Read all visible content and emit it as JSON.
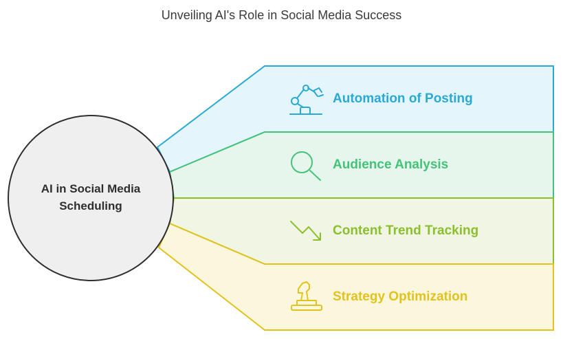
{
  "title": "Unveiling AI's Role in Social Media Success",
  "center": {
    "line1": "AI in Social Media",
    "line2": "Scheduling"
  },
  "items": [
    {
      "label": "Automation of Posting",
      "icon": "robot-arm-icon",
      "color": "#29a9d4",
      "fill": "#e4f6fc"
    },
    {
      "label": "Audience Analysis",
      "icon": "magnifier-icon",
      "color": "#45c27a",
      "fill": "#e7f6ec"
    },
    {
      "label": "Content Trend Tracking",
      "icon": "trend-down-icon",
      "color": "#8cbf2d",
      "fill": "#f0f6e3"
    },
    {
      "label": "Strategy Optimization",
      "icon": "chess-knight-icon",
      "color": "#e3c21e",
      "fill": "#fbf7dc"
    }
  ]
}
